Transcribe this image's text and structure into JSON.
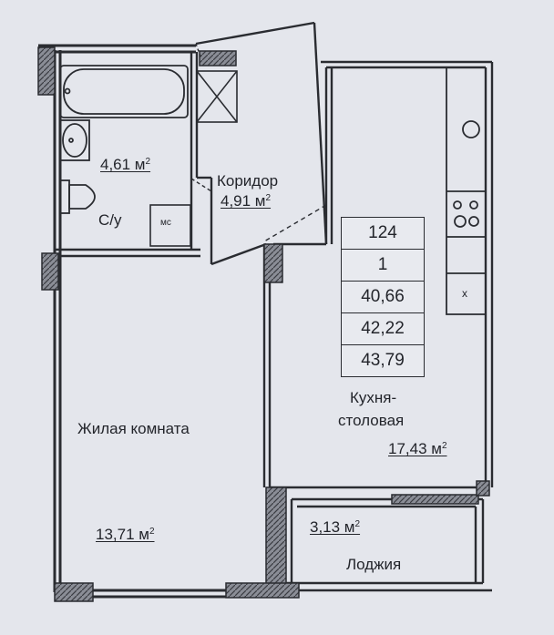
{
  "rooms": {
    "bathroom": {
      "area": "4,61 м",
      "area_sup": "2",
      "name": "С/у"
    },
    "corridor": {
      "name": "Коридор",
      "area": "4,91 м",
      "area_sup": "2"
    },
    "living": {
      "name": "Жилая комната",
      "area": "13,71 м",
      "area_sup": "2"
    },
    "kitchen": {
      "name_line1": "Кухня-",
      "name_line2": "столовая",
      "area": "17,43 м",
      "area_sup": "2"
    },
    "loggia": {
      "name": "Лоджия",
      "area": "3,13 м",
      "area_sup": "2"
    }
  },
  "fixtures": {
    "washer_label": "мс",
    "kitchen_mark": "x"
  },
  "info_table": [
    "124",
    "1",
    "40,66",
    "42,22",
    "43,79"
  ]
}
